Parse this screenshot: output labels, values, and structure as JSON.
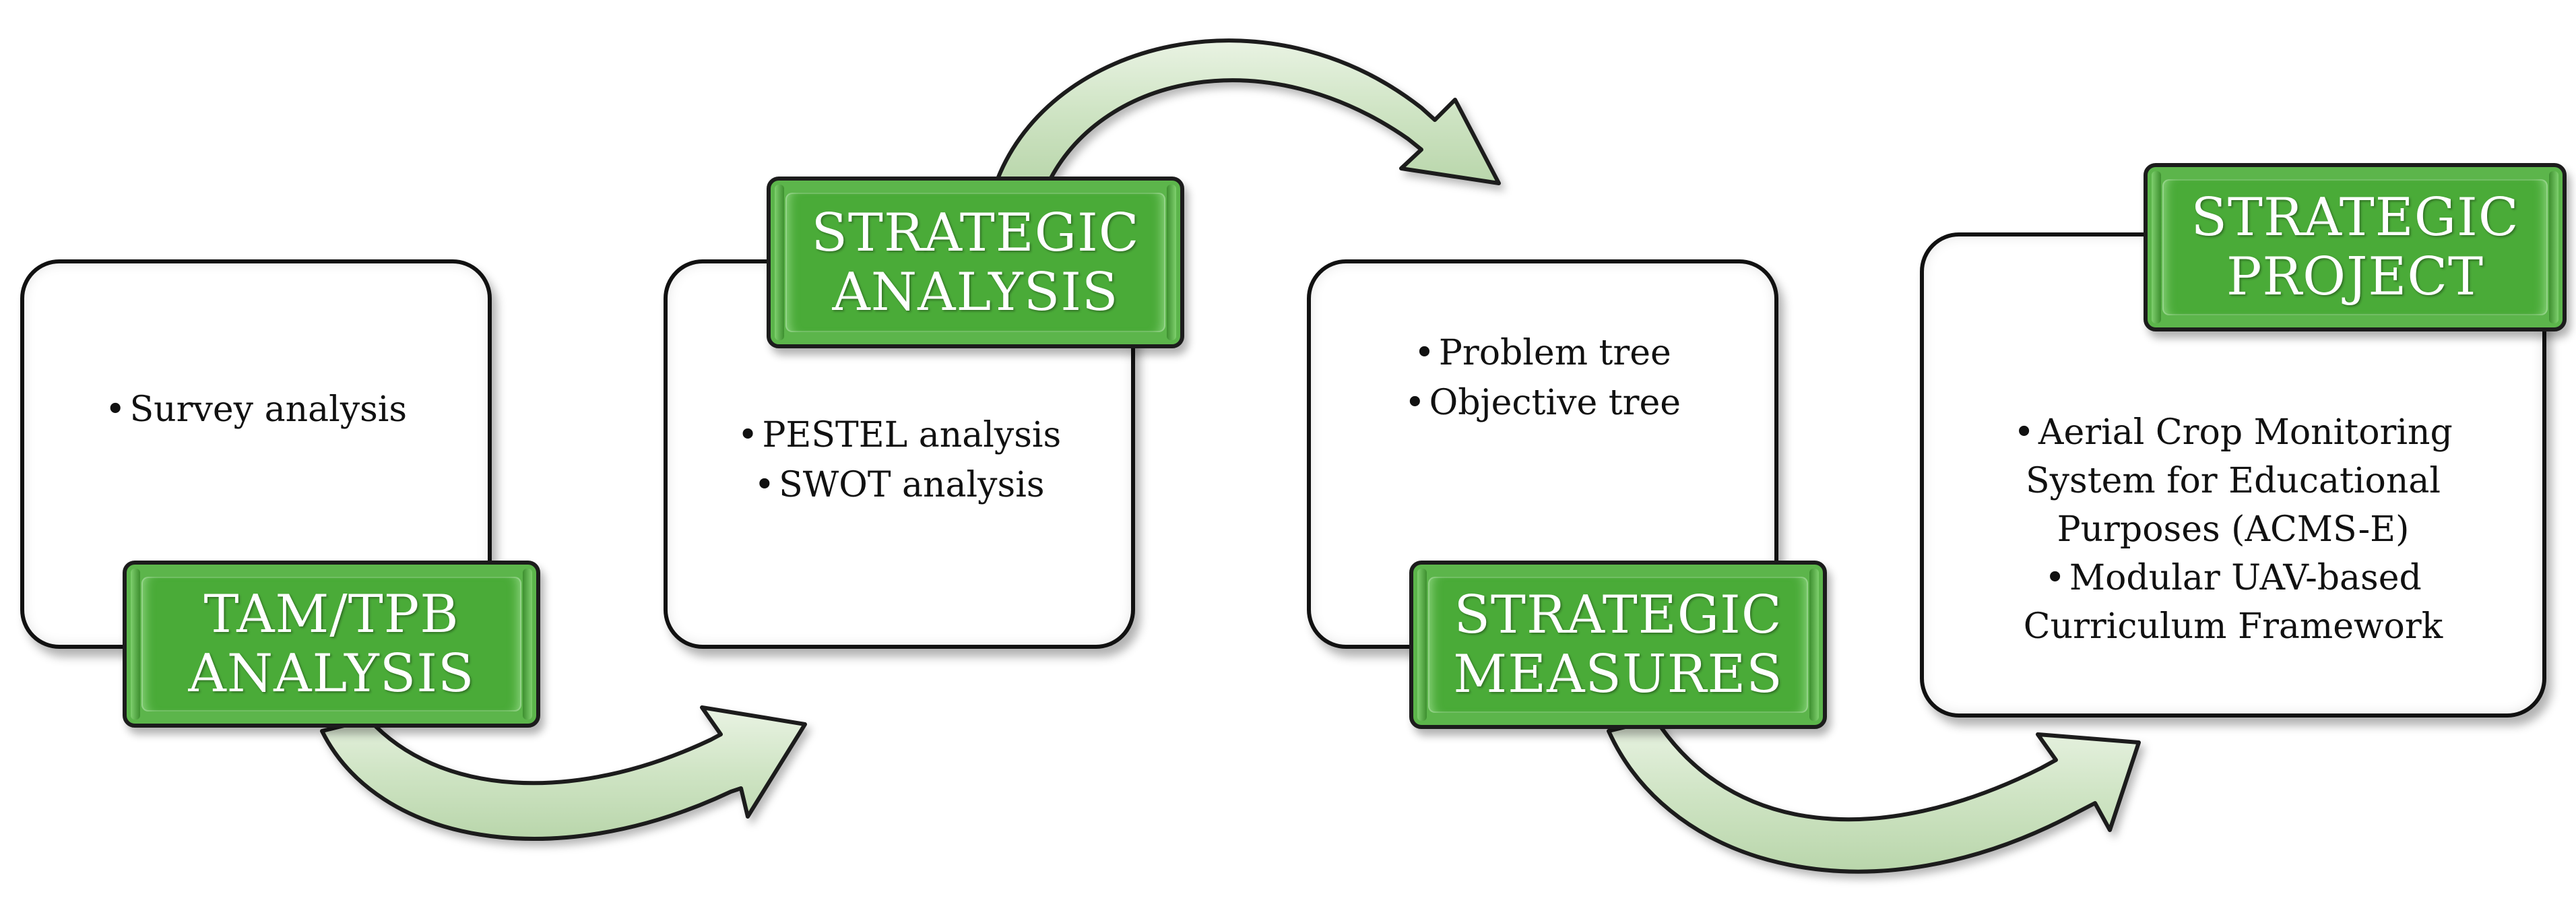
{
  "stages": [
    {
      "title_lines": [
        "TAM/TPB",
        "ANALYSIS"
      ],
      "items": [
        "Survey analysis"
      ]
    },
    {
      "title_lines": [
        "STRATEGIC",
        "ANALYSIS"
      ],
      "items": [
        "PESTEL analysis",
        "SWOT analysis"
      ]
    },
    {
      "title_lines": [
        "STRATEGIC",
        "MEASURES"
      ],
      "items": [
        "Problem tree",
        "Objective tree"
      ]
    },
    {
      "title_lines": [
        "STRATEGIC",
        "PROJECT"
      ],
      "items": [
        "Aerial Crop Monitoring\nSystem for Educational\nPurposes (ACMS-E)",
        "Modular UAV-based\nCurriculum Framework"
      ]
    }
  ],
  "colors": {
    "label_green": "#4aab38",
    "arrow_fill": "#d7e8cf",
    "arrow_stroke": "#1a1a1a",
    "box_border": "#111111"
  }
}
